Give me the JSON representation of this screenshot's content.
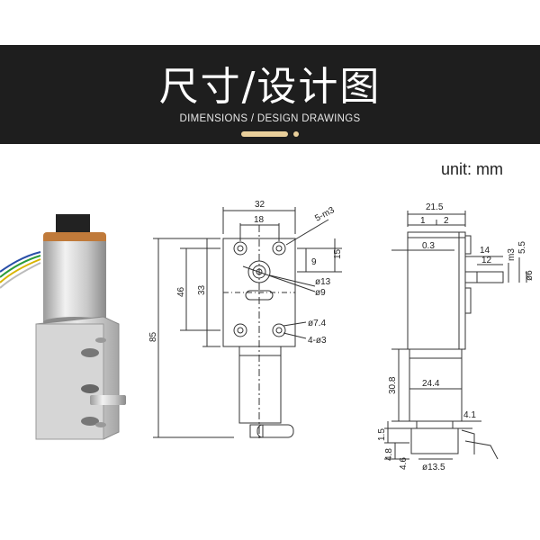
{
  "header": {
    "title": "尺寸/设计图",
    "subtitle": "DIMENSIONS / DESIGN DRAWINGS"
  },
  "unit_label": "unit: mm",
  "front_view": {
    "dims": {
      "width": "32",
      "hole_spacing": "18",
      "holes": "5-m3",
      "d9": "9",
      "d15": "15",
      "d13": "ø13",
      "d9b": "ø9",
      "h46": "46",
      "h33": "33",
      "h85": "85",
      "d74": "ø7.4",
      "holes_small": "4-ø3"
    }
  },
  "side_view": {
    "dims": {
      "depth": "21.5",
      "d1": "1",
      "d2": "2",
      "d03": "0.3",
      "shaft14": "14",
      "shaft12": "12",
      "m3": "m3",
      "d55": "5.5",
      "d6": "ø6",
      "h308": "30.8",
      "d244": "24.4",
      "d41": "4.1",
      "d15": "1.5",
      "d48": "4.8",
      "d46": "4.6",
      "d135": "ø13.5"
    }
  },
  "colors": {
    "banner": "#1e1e1e",
    "accent": "#e9cf9b",
    "line": "#333333"
  }
}
